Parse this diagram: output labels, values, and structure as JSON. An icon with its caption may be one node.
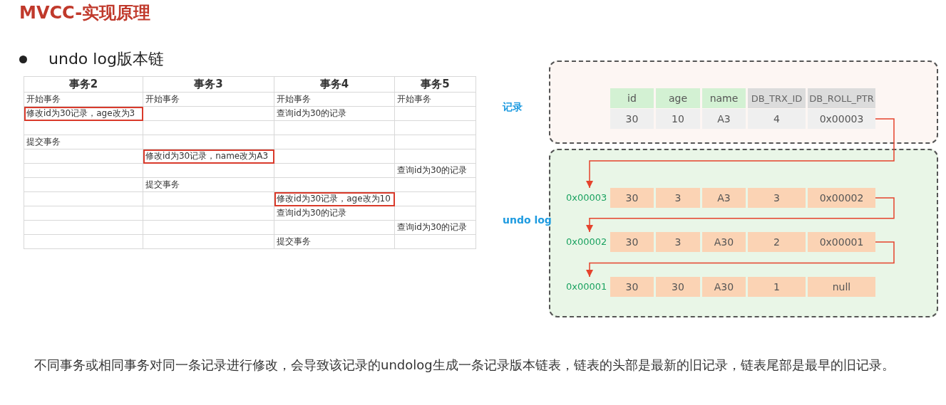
{
  "diagram": {
    "title": "MVCC-实现原理",
    "caption": "不同事务或相同事务对同一条记录进行修改，会导致该记录的undolog生成一条记录版本链表，链表的头部是最新的旧记录，链表尾部是最早的旧记录。",
    "nodes": [
      {
        "text": [
          "记录"
        ]
      },
      {
        "text": [
          "id",
          "age",
          "name",
          "DB_TRX_ID",
          "DB_ROLL_PTR"
        ],
        "in": 0
      },
      {
        "text": [
          "30",
          "10",
          "A3",
          "4",
          "0x00003"
        ],
        "in": 0
      },
      {
        "text": [
          "undo log"
        ]
      },
      {
        "text": [
          "30",
          "3",
          "A3",
          "3",
          "0x00002"
        ],
        "in": 3,
        "beside": [
          "0x00003"
        ]
      },
      {
        "text": [
          "30",
          "3",
          "A30",
          "2",
          "0x00001"
        ],
        "in": 3,
        "beside": [
          "0x00002"
        ]
      },
      {
        "text": [
          "30",
          "30",
          "A30",
          "1",
          "null"
        ],
        "in": 3,
        "beside": [
          "0x00001"
        ]
      }
    ],
    "edges": [
      {
        "from": 2,
        "to": 4,
        "arrow": "to"
      },
      {
        "from": 4,
        "to": 5,
        "arrow": "to"
      },
      {
        "from": 5,
        "to": 6,
        "arrow": "to"
      }
    ],
    "labels": [
      "undo log版本链",
      "事务2",
      "事务3",
      "事务4",
      "事务5",
      "开始事务",
      "开始事务",
      "开始事务",
      "开始事务",
      "修改id为30记录，age改为3",
      "查询id为30的记录",
      "提交事务",
      "修改id为30记录，name改为A3",
      "查询id为30的记录",
      "提交事务",
      "修改id为30记录，age改为10",
      "查询id为30的记录",
      "查询id为30的记录",
      "提交事务"
    ]
  }
}
